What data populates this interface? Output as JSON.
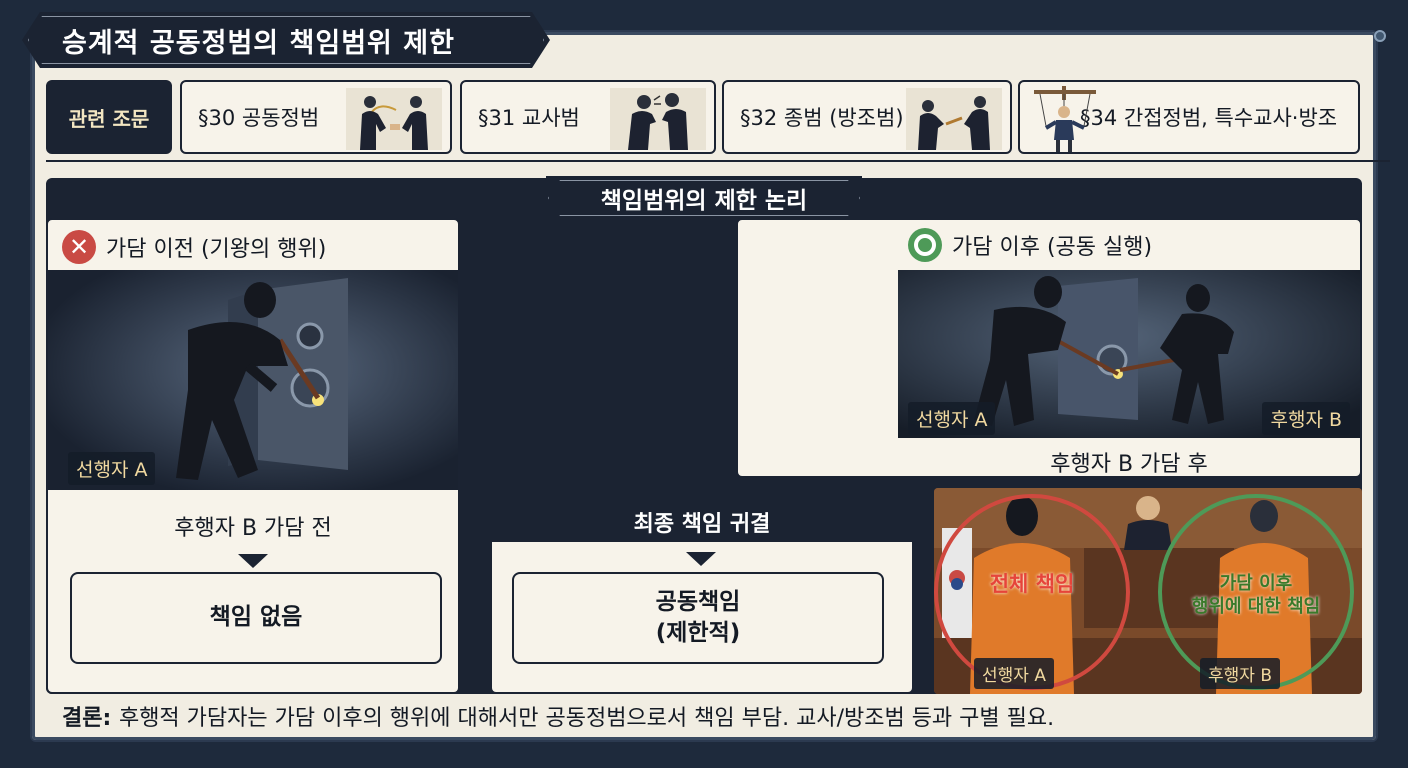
{
  "title": "승계적 공동정범의 책임범위 제한",
  "references": {
    "label": "관련 조문",
    "items": [
      {
        "text": "§30 공동정범",
        "icon": "handshake-figures-icon"
      },
      {
        "text": "§31 교사범",
        "icon": "whisper-figures-icon"
      },
      {
        "text": "§32 종범 (방조범)",
        "icon": "handing-tool-figures-icon"
      },
      {
        "text": "§34 간접정범, 특수교사·방조",
        "icon": "puppet-marionette-icon"
      }
    ]
  },
  "logic": {
    "title": "책임범위의 제한 논리",
    "before": {
      "header": "가담 이전 (기왕의 행위)",
      "image_tag": "선행자 A",
      "caption": "후행자 B 가담 전",
      "result": "책임 없음"
    },
    "after": {
      "header": "가담 이후 (공동 실행)",
      "tag_a": "선행자 A",
      "tag_b": "후행자 B",
      "caption": "후행자 B 가담 후"
    },
    "final": {
      "header": "최종 책임 귀결",
      "result_line1": "공동책임",
      "result_line2": "(제한적)"
    },
    "court": {
      "circle_a": "전체 책임",
      "circle_b_line1": "가담 이후",
      "circle_b_line2": "행위에 대한 책임",
      "tag_a": "선행자 A",
      "tag_b": "후행자 B"
    }
  },
  "conclusion": {
    "key": "결론:",
    "text": "후행적 가담자는 가담 이후의 행위에 대해서만 공동정범으로서 책임 부담. 교사/방조범 등과 구별 필요."
  },
  "colors": {
    "navy": "#1b2332",
    "paper": "#f1ede2",
    "red": "#c94a44",
    "green": "#4e9a58",
    "orange": "#e07a2a"
  }
}
